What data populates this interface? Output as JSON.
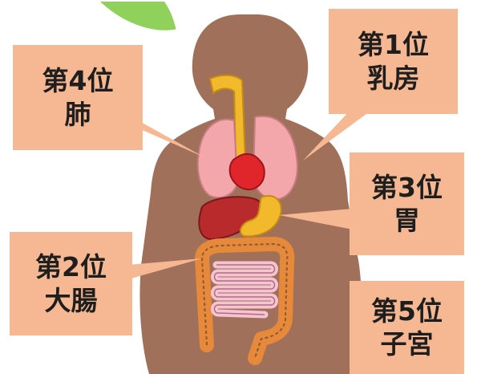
{
  "callouts": [
    {
      "id": "c1",
      "rank": "第1位",
      "organ": "乳房"
    },
    {
      "id": "c2",
      "rank": "第2位",
      "organ": "大腸"
    },
    {
      "id": "c3",
      "rank": "第3位",
      "organ": "胃"
    },
    {
      "id": "c4",
      "rank": "第4位",
      "organ": "肺"
    },
    {
      "id": "c5",
      "rank": "第5位",
      "organ": "子宮"
    }
  ],
  "colors": {
    "body": "#a0705a",
    "callout": "#f6b893",
    "leaf": "#8fd15a",
    "lungs": "#f4a7ab",
    "heart": "#e0262b",
    "liver": "#b82a2c",
    "stomach": "#f2b92d",
    "intestine": "#e6893a",
    "intestine_dark": "#8a5a32",
    "small_intestine": "#f5c4d2"
  }
}
